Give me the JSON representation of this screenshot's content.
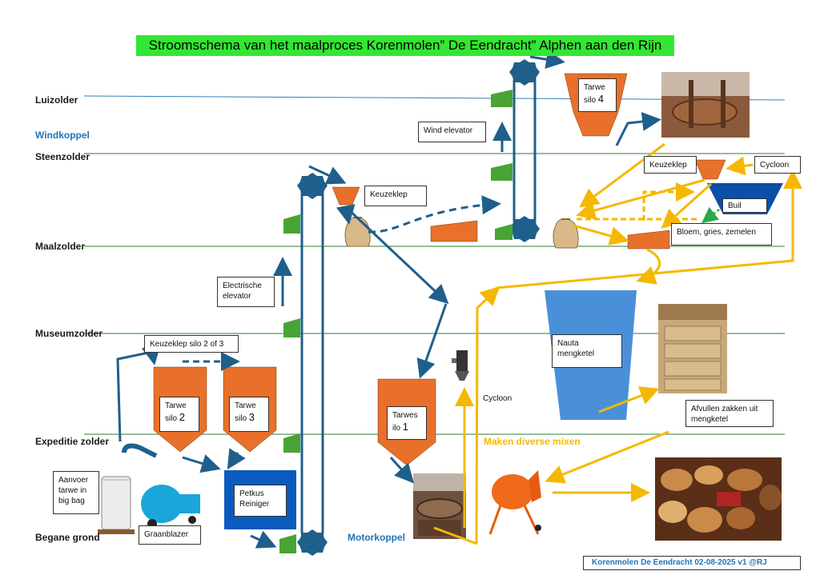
{
  "title": "Stroomschema van het maalproces Korenmolen” De Eendracht” Alphen aan den Rijn",
  "floors": {
    "luizolder": "Luizolder",
    "steenzolder": "Steenzolder",
    "maalzolder": "Maalzolder",
    "museumzolder": "Museumzolder",
    "expeditie": "Expeditie zolder",
    "begane_grond": "Begane grond"
  },
  "koppels": {
    "wind": "Windkoppel",
    "motor": "Motorkoppel"
  },
  "labels": {
    "wind_elevator": "Wind elevator",
    "electrische_elevator": "Electrische elevator",
    "keuzeklep_silo": "Keuzeklep silo 2 of 3",
    "keuzeklep_left": "Keuzeklep",
    "keuzeklep_right": "Keuzeklep",
    "cycloon_top": "Cycloon",
    "buil": "Buil",
    "bloem": "Bloem, gries, zemelen",
    "nauta": "Nauta mengketel",
    "afvullen": "Afvullen zakken uit mengketel",
    "cycloon_mid": "Cycloon",
    "maken": "Maken diverse mixen",
    "petkus": "Petkus Reiniger",
    "aanvoer": "Aanvoer tarwe in big bag",
    "graanblazer": "Graanblazer"
  },
  "silos": {
    "silo4": {
      "name": "Tarwe",
      "word": "silo",
      "num": "4"
    },
    "silo2": {
      "name": "Tarwe",
      "word": "silo",
      "num": "2"
    },
    "silo3": {
      "name": "Tarwe",
      "word": "silo",
      "num": "3"
    },
    "silo1": {
      "name": "Tarwes",
      "word": "ilo",
      "num": "1"
    }
  },
  "footer": "Korenmolen De Eendracht 02-08-2025  v1 @RJ",
  "colors": {
    "orange": "#e8702a",
    "green": "#4aa435",
    "blue_arrow": "#1f5f8b",
    "yellow": "#f5b800",
    "petkus_blue": "#0b5bbf",
    "nauta_blue": "#4a90d9",
    "title_green": "#33e633"
  }
}
